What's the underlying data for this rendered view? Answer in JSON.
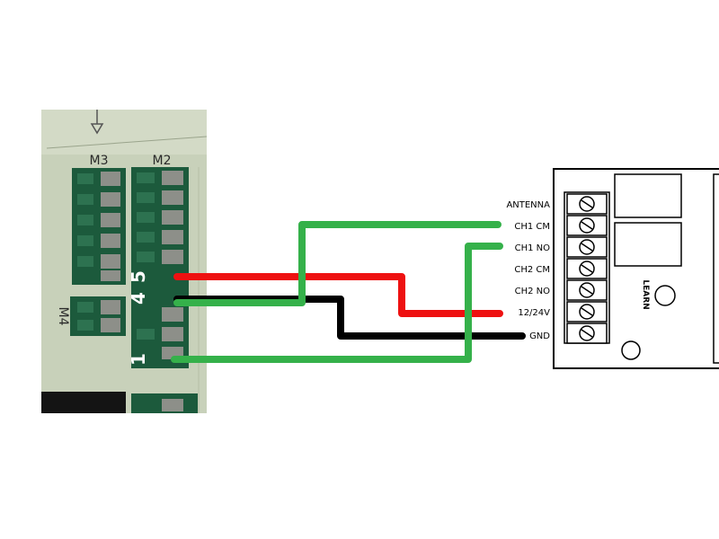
{
  "board": {
    "blocks": {
      "m3": "M3",
      "m2": "M2",
      "m4": "M4"
    },
    "pin_numbers": {
      "pin5": "5",
      "pin4": "4",
      "pin1": "1"
    },
    "colors": {
      "background": "#c9d2bb",
      "block_green": "#1c5a3c",
      "pad_gray": "#8d8f89",
      "black_bar": "#141414"
    }
  },
  "receiver": {
    "terminals": [
      "ANTENNA",
      "CH1 CM",
      "CH1 NO",
      "CH2 CM",
      "CH2 NO",
      "12/24V",
      "GND"
    ],
    "learn_label": "LEARN"
  },
  "wires": [
    {
      "id": "red-wire",
      "color": "#ee1111",
      "from": "5",
      "to": "12/24V"
    },
    {
      "id": "black-wire",
      "color": "#000000",
      "from": "4",
      "to": "GND"
    },
    {
      "id": "green-wire-top",
      "color": "#35b14a",
      "from": "4",
      "to": "CH1 CM"
    },
    {
      "id": "green-wire-bottom",
      "color": "#35b14a",
      "from": "1",
      "to": "CH1 NO"
    }
  ]
}
